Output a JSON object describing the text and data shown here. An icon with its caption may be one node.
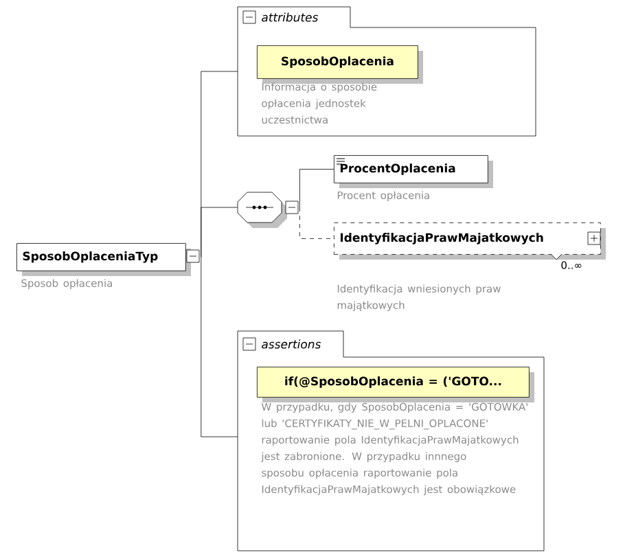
{
  "diagram": {
    "nodes": [
      {
        "text": [
          "SposobOplaceniaTyp"
        ],
        "beside": [
          "Sposob opłacenia"
        ]
      },
      {
        "text": [
          "attributes"
        ]
      },
      {
        "text": [
          "SposobOplacenia"
        ],
        "in": 1,
        "beside": [
          "Informacja o sposobie opłacenia jednostek uczestnictwa"
        ]
      },
      {
        "text": [],
        "shape": "octagon"
      },
      {
        "text": [
          "ProcentOplacenia"
        ],
        "beside": [
          "Procent opłacenia"
        ]
      },
      {
        "text": [
          "IdentyfikacjaPrawMajatkowych"
        ],
        "beside": [
          "0..∞",
          "Identyfikacja wniesionych praw majątkowych"
        ]
      },
      {
        "text": [
          "assertions"
        ]
      },
      {
        "text": [
          "if(@SposobOplacenia = ('GOTO..."
        ],
        "in": 6,
        "beside": [
          "W przypadku, gdy SposobOplacenia = 'GOTOWKA' lub 'CERTYFIKATY_NIE_W_PELNI_OPLACONE' raportowanie pola IdentyfikacjaPrawMajatkowych jest zabronione. W przypadku innnego sposobu opłacenia raportowanie pola IdentyfikacjaPrawMajatkowych jest obowiązkowe"
        ]
      }
    ],
    "edges": [
      {
        "from": 0,
        "to": 1,
        "arrow": "none"
      },
      {
        "from": 0,
        "to": 3,
        "arrow": "none"
      },
      {
        "from": 0,
        "to": 6,
        "arrow": "none"
      },
      {
        "from": 3,
        "to": 4,
        "arrow": "none"
      },
      {
        "from": 3,
        "to": 5,
        "arrow": "none",
        "style": "dashed"
      }
    ]
  }
}
